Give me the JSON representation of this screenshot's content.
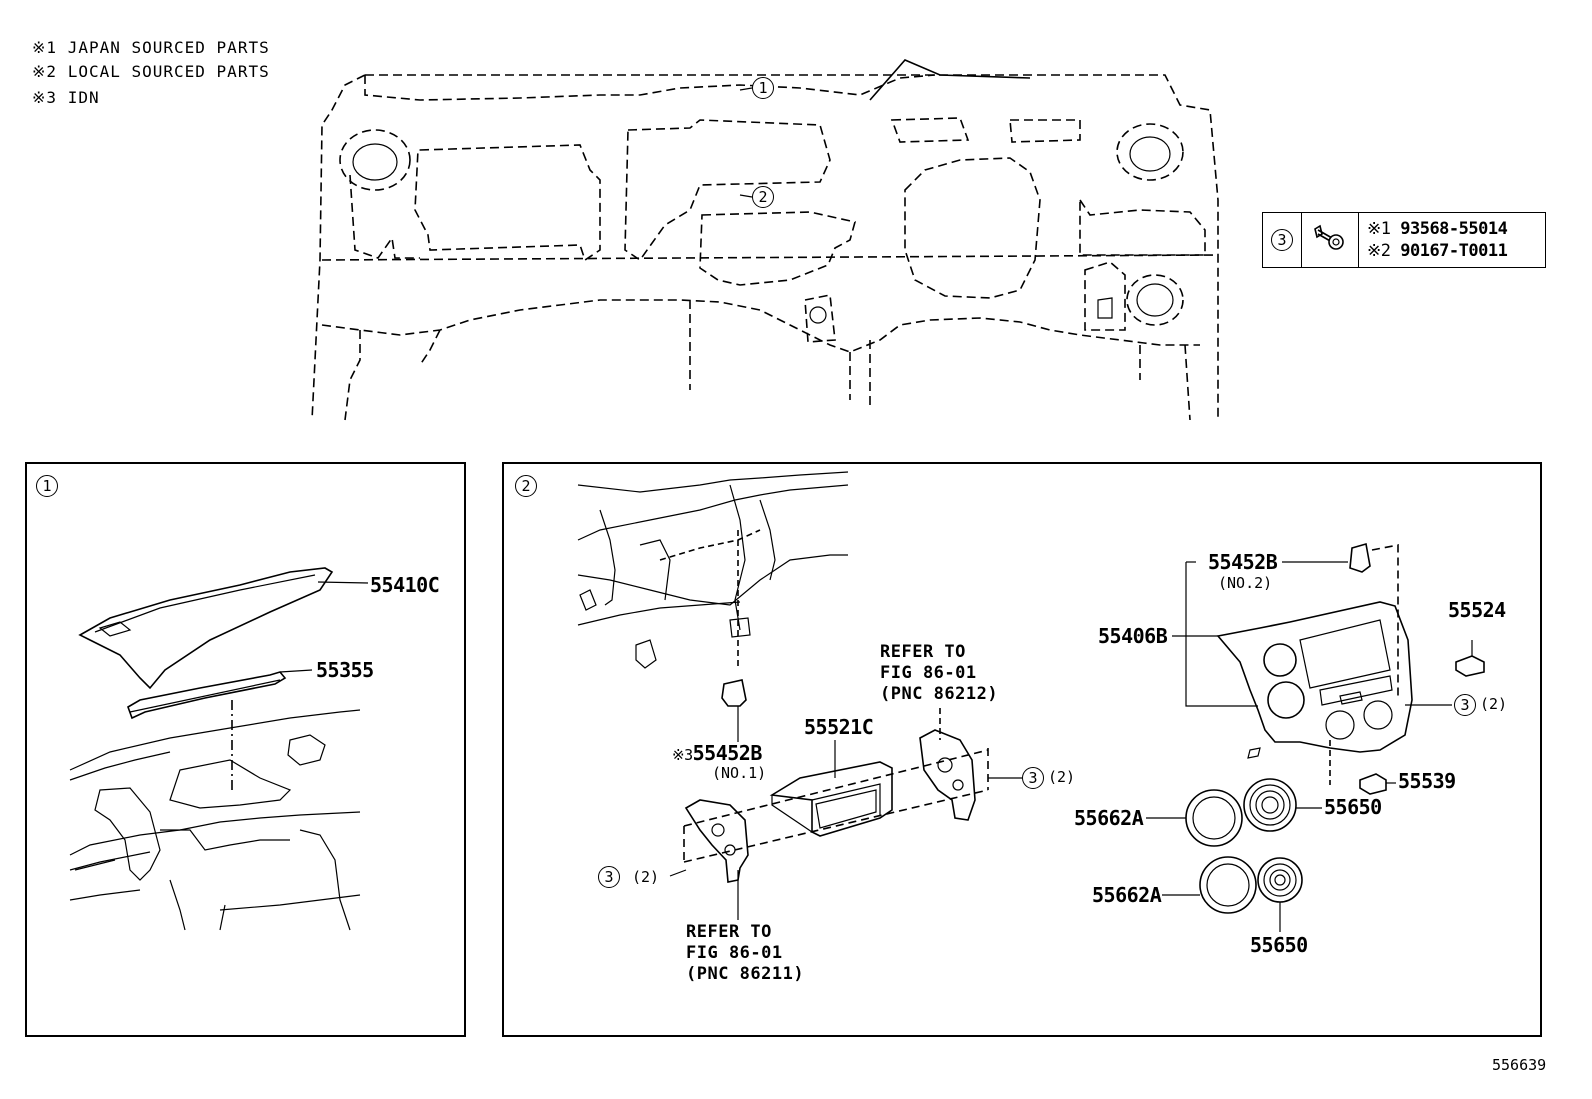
{
  "legend": [
    {
      "mark": "※1",
      "text": "JAPAN SOURCED PARTS"
    },
    {
      "mark": "※2",
      "text": "LOCAL SOURCED PARTS"
    },
    {
      "mark": "※3",
      "text": "IDN"
    }
  ],
  "callouts": {
    "one": "1",
    "two": "2",
    "three": "3"
  },
  "fastener_table": {
    "ref": "3",
    "row1_mark": "※1",
    "row1_part": "93568-55014",
    "row2_mark": "※2",
    "row2_part": "90167-T0011"
  },
  "panel1": {
    "index": "1",
    "parts": {
      "p55410C": "55410C",
      "p55355": "55355"
    }
  },
  "panel2": {
    "index": "2",
    "parts": {
      "p55452B_no2": "55452B",
      "no2": "(NO.2)",
      "p55524": "55524",
      "p55406B": "55406B",
      "p55539": "55539",
      "p55650_a": "55650",
      "p55650_b": "55650",
      "p55662A_a": "55662A",
      "p55662A_b": "55662A",
      "p55521C": "55521C",
      "idn_mark": "※3",
      "p55452B_no1": "55452B",
      "no1": "(NO.1)"
    },
    "qty": {
      "a": "(2)",
      "b": "(2)",
      "c": "(2)"
    },
    "refer_top": "REFER TO\nFIG 86-01\n(PNC 86212)",
    "refer_bottom": "REFER TO\nFIG 86-01\n(PNC 86211)"
  },
  "sheet_number": "556639"
}
